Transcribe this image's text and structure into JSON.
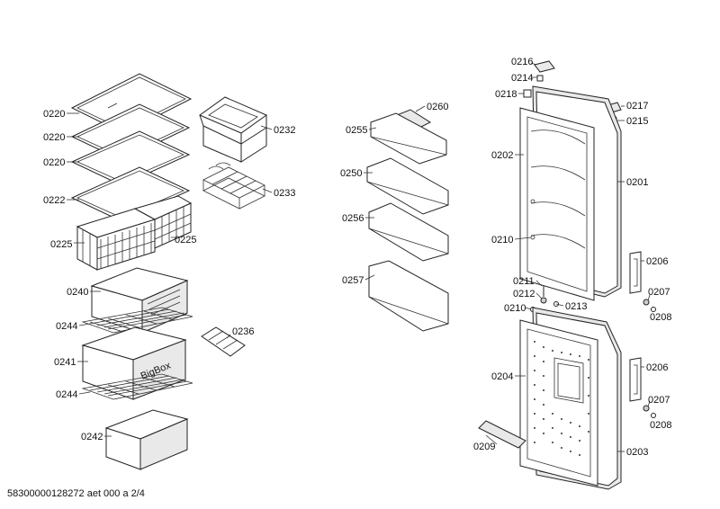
{
  "document_code": "58300000128272 aet 000 a 2/4",
  "labels": {
    "p0220": "0220",
    "p0222": "0222",
    "p0225": "0225",
    "p0232": "0232",
    "p0233": "0233",
    "p0240": "0240",
    "p0244": "0244",
    "p0241": "0241",
    "p0242": "0242",
    "p0236": "0236",
    "p0260": "0260",
    "p0255": "0255",
    "p0250": "0250",
    "p0256": "0256",
    "p0257": "0257",
    "p0216": "0216",
    "p0214": "0214",
    "p0218": "0218",
    "p0217": "0217",
    "p0215": "0215",
    "p0202": "0202",
    "p0201": "0201",
    "p0210": "0210",
    "p0206": "0206",
    "p0211": "0211",
    "p0212": "0212",
    "p0213": "0213",
    "p0207": "0207",
    "p0208": "0208",
    "p0204": "0204",
    "p0209": "0209",
    "p0203": "0203"
  },
  "drawer_brand_text": "BigBox"
}
